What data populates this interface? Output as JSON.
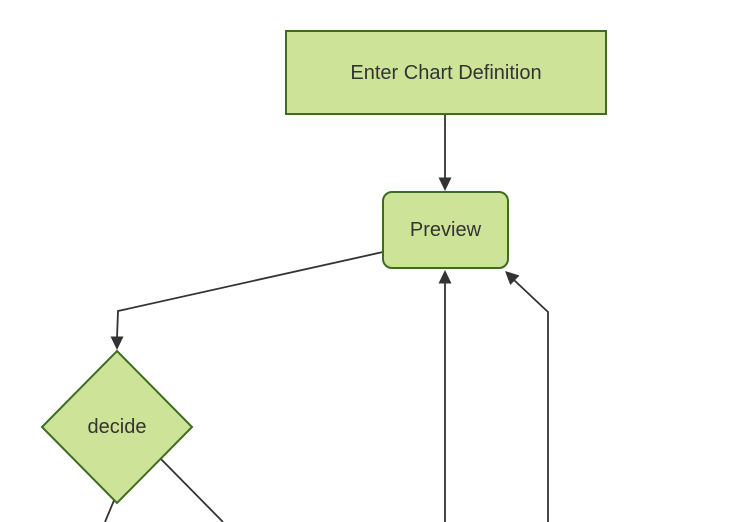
{
  "flowchart": {
    "direction": "top-down",
    "nodes": [
      {
        "id": "A",
        "label": "Enter Chart Definition",
        "shape": "rectangle"
      },
      {
        "id": "B",
        "label": "Preview",
        "shape": "rounded-rectangle"
      },
      {
        "id": "C",
        "label": "decide",
        "shape": "diamond"
      }
    ],
    "edges": [
      {
        "from": "Enter Chart Definition",
        "to": "Preview",
        "arrow": "filled-triangle-down"
      },
      {
        "from": "Preview",
        "to": "decide",
        "arrow": "filled-triangle-down"
      },
      {
        "from": "offscreen-bottom-node-1",
        "to": "Preview",
        "arrow": "filled-triangle-up"
      },
      {
        "from": "offscreen-bottom-node-2",
        "to": "Preview",
        "arrow": "filled-triangle-up-left"
      },
      {
        "from": "decide",
        "to": "offscreen-bottom-left",
        "arrow": "cut-off-by-viewport"
      },
      {
        "from": "decide",
        "to": "offscreen-bottom-right",
        "arrow": "cut-off-by-viewport"
      }
    ],
    "colors": {
      "node_fill": "#cde498",
      "node_border": "#3c6d20",
      "edge_stroke": "#333333",
      "label_text": "#333333",
      "background": "#ffffff"
    }
  }
}
